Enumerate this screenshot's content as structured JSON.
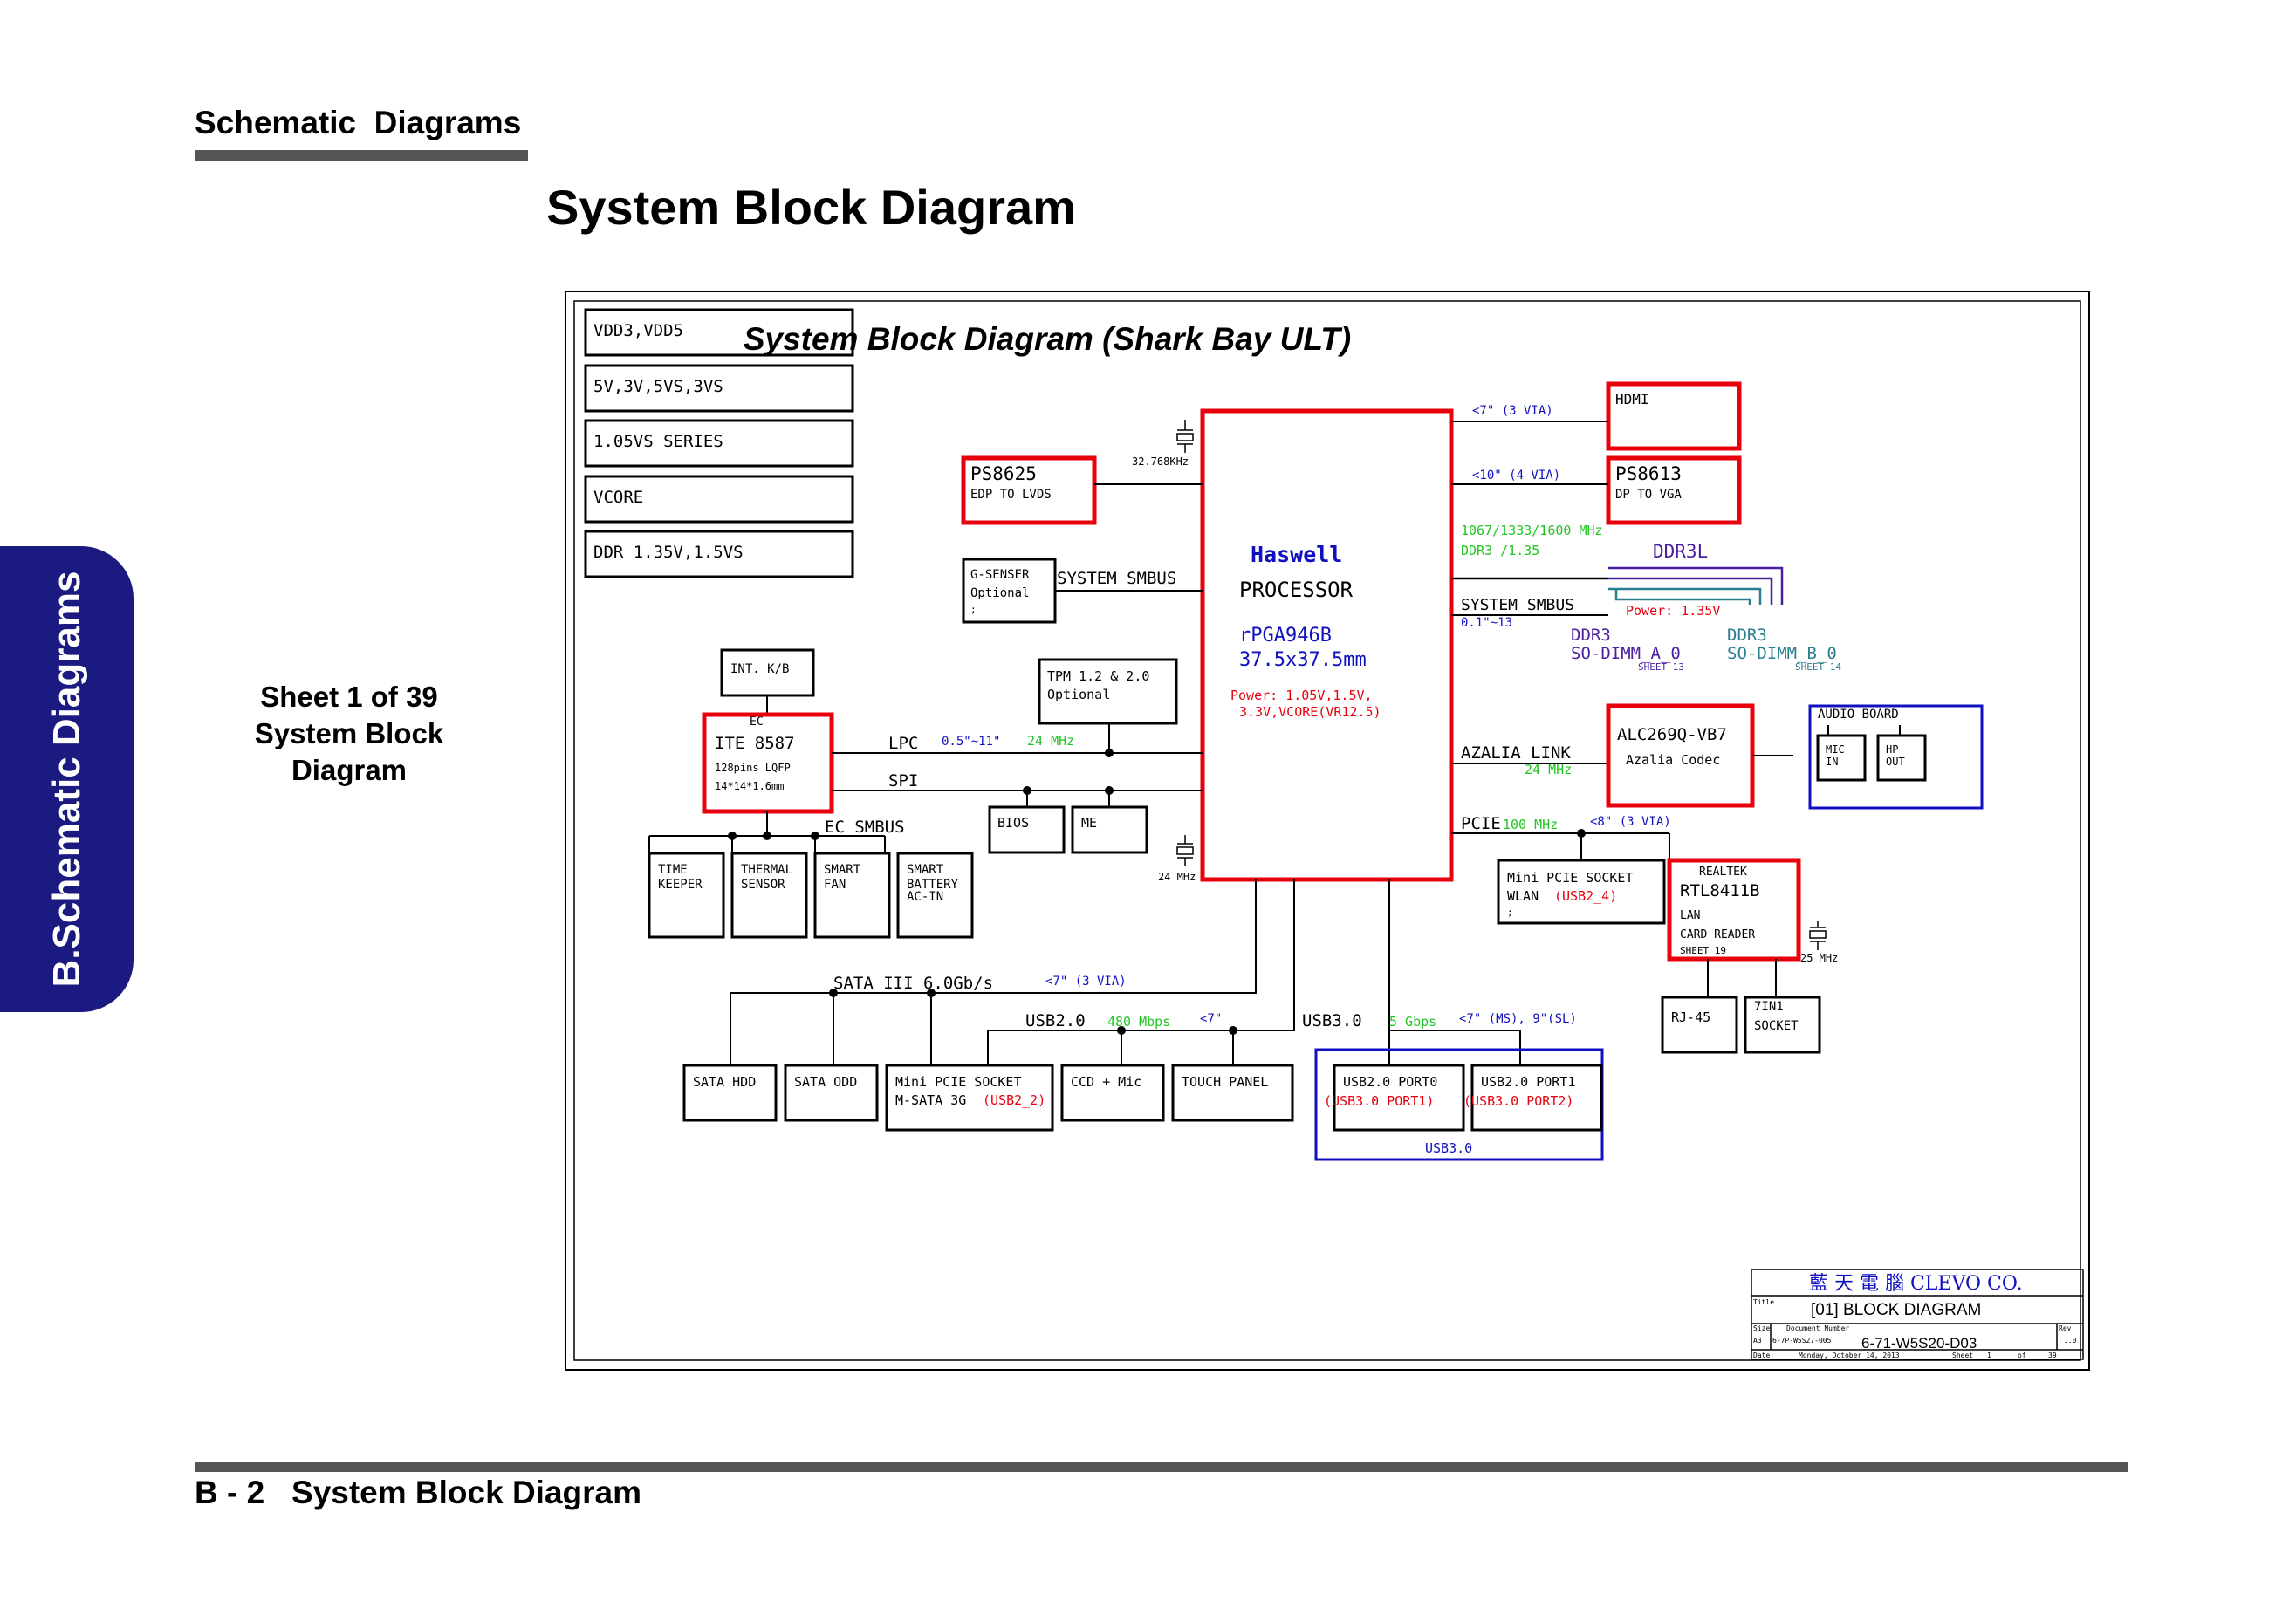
{
  "page": {
    "section_header": "Schematic  Diagrams",
    "title": "System Block Diagram",
    "side_tab": "B.Schematic Diagrams",
    "sheet_info": [
      "Sheet 1 of 39",
      "System Block",
      "Diagram"
    ],
    "footer": "B - 2   System Block Diagram"
  },
  "colors": {
    "tab": "#1a1a80",
    "red_box": "#e8000d",
    "blue": "#1010c0",
    "green": "#22c422",
    "purple": "#4b1fa0",
    "teal": "#2a7f8f",
    "rule": "#555555"
  },
  "diagram": {
    "title": "System Block Diagram (Shark Bay ULT)",
    "power_rails": [
      "VDD3,VDD5",
      "5V,3V,5VS,3VS",
      "1.05VS SERIES",
      "VCORE",
      "DDR 1.35V,1.5VS"
    ],
    "cpu": {
      "name": "Haswell",
      "type": "PROCESSOR",
      "pkg1": "rPGA946B",
      "pkg2": "37.5x37.5mm",
      "power1": "Power: 1.05V,1.5V,",
      "power2": "3.3V,VCORE(VR12.5)"
    },
    "ps8625": {
      "name": "PS8625",
      "desc": "EDP TO LVDS"
    },
    "ps8613": {
      "name": "PS8613",
      "desc": "DP TO VGA"
    },
    "hdmi": "HDMI",
    "clk_32k": "32.768KHz",
    "clk_24m": "24 MHz",
    "via_hdmi": "<7\" (3 VIA)",
    "via_vga": "<10\" (4 VIA)",
    "ddr": {
      "speed": "1067/1333/1600 MHz",
      "volt": "DDR3 /1.35",
      "label": "DDR3L",
      "power": "Power: 1.35V",
      "smbus": "SYSTEM SMBUS",
      "smbus_len": "0.1\"~13",
      "dimm_a1": "DDR3",
      "dimm_a2": "SO-DIMM_A_0",
      "dimm_a3": "SHEET 13",
      "dimm_b1": "DDR3",
      "dimm_b2": "SO-DIMM_B_0",
      "dimm_b3": "SHEET 14"
    },
    "gsensor": {
      "l1": "G-SENSER",
      "l2": "Optional",
      "l3": ";"
    },
    "system_smbus": "SYSTEM SMBUS",
    "tpm": {
      "l1": "TPM 1.2 & 2.0",
      "l2": "Optional"
    },
    "kb": "INT. K/B",
    "ec": {
      "tag": "EC",
      "name": "ITE 8587",
      "pkg1": "128pins LQFP",
      "pkg2": "14*14*1.6mm"
    },
    "lpc": {
      "label": "LPC",
      "len": "0.5\"~11\"",
      "freq": "24 MHz"
    },
    "spi": "SPI",
    "bios": "BIOS",
    "me": "ME",
    "ec_smbus": "EC_SMBUS",
    "ec_devices": [
      {
        "l1": "TIME",
        "l2": "KEEPER",
        "l3": ""
      },
      {
        "l1": "THERMAL",
        "l2": "SENSOR",
        "l3": ""
      },
      {
        "l1": "SMART",
        "l2": "FAN",
        "l3": ""
      },
      {
        "l1": "SMART",
        "l2": "BATTERY",
        "l3": "AC-IN"
      }
    ],
    "azalia": {
      "label": "AZALIA LINK",
      "freq": "24 MHz"
    },
    "codec": {
      "name": "ALC269Q-VB7",
      "desc": "Azalia Codec"
    },
    "audio": {
      "title": "AUDIO BOARD",
      "mic1": "MIC",
      "mic2": "IN",
      "hp1": "HP",
      "hp2": "OUT"
    },
    "pcie": {
      "label": "PCIE",
      "freq": "100 MHz",
      "len": "<8\" (3 VIA)"
    },
    "wlan": {
      "l1": "Mini PCIE SOCKET",
      "l2": "WLAN",
      "l2b": "(USB2_4)",
      "l3": ";"
    },
    "lan": {
      "tag": "REALTEK",
      "name": "RTL8411B",
      "l1": "LAN",
      "l2": "CARD READER",
      "sheet": "SHEET 19",
      "freq": "25 MHz"
    },
    "rj45": "RJ-45",
    "sd": {
      "l1": "7IN1",
      "l2": "SOCKET"
    },
    "sata": {
      "label": "SATA III 6.0Gb/s",
      "len": "<7\" (3 VIA)"
    },
    "usb2": {
      "label": "USB2.0",
      "speed": "480 Mbps",
      "len": "<7\""
    },
    "usb3": {
      "label": "USB3.0",
      "speed": "5 Gbps",
      "len": "<7\" (MS), 9\"(SL)",
      "group": "USB3.0"
    },
    "sata_hdd": "SATA HDD",
    "sata_odd": "SATA ODD",
    "msata": {
      "l1": "Mini PCIE SOCKET",
      "l2": "M-SATA 3G",
      "l2b": "(USB2_2)"
    },
    "ccd": "CCD + Mic",
    "touch": "TOUCH PANEL",
    "port0": {
      "l1": "USB2.0 PORT0",
      "l2": "(USB3.0 PORT1)"
    },
    "port1": {
      "l1": "USB2.0 PORT1",
      "l2": "(USB3.0 PORT2)"
    },
    "title_block": {
      "company": "藍 天 電 腦   CLEVO CO.",
      "title_lbl": "Title",
      "title": "[01] BLOCK DIAGRAM",
      "size_lbl": "Size",
      "size": "A3",
      "docnum_lbl": "Document Number",
      "docnum": "6-7P-W5S27-005",
      "docnum2": "6-71-W5S20-D03",
      "rev_lbl": "Rev",
      "rev": "1.0",
      "date_lbl": "Date:",
      "date": "Monday, October 14, 2013",
      "sheet_lbl": "Sheet",
      "sheet": "1",
      "of_lbl": "of",
      "of": "39"
    }
  }
}
